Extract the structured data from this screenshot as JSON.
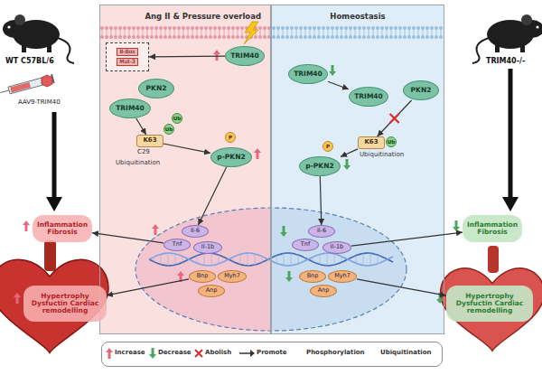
{
  "diagram": {
    "nodes": [
      {
        "text": [
          "Ang II & Pressure overload"
        ]
      },
      {
        "text": [
          "Homeostasis"
        ]
      },
      {
        "text": [
          "TRIM40"
        ],
        "in": 0
      },
      {
        "text": [
          "B-Box",
          "Mut-3"
        ],
        "in": 0
      },
      {
        "text": [
          "PKN2"
        ],
        "in": 0
      },
      {
        "text": [
          "TRIM40"
        ],
        "in": 0
      },
      {
        "text": [
          "K63"
        ],
        "in": 0
      },
      {
        "text": [
          "p-PKN2"
        ],
        "in": 0
      },
      {
        "text": [
          "Il-6"
        ],
        "in": 0
      },
      {
        "text": [
          "Tnf"
        ],
        "in": 0
      },
      {
        "text": [
          "Il-1b"
        ],
        "in": 0
      },
      {
        "text": [
          "Bnp"
        ],
        "in": 0
      },
      {
        "text": [
          "Myh7"
        ],
        "in": 0
      },
      {
        "text": [
          "Anp"
        ],
        "in": 0
      },
      {
        "text": [
          "TRIM40"
        ],
        "in": 1
      },
      {
        "text": [
          "TRIM40"
        ],
        "in": 1
      },
      {
        "text": [
          "PKN2"
        ],
        "in": 1
      },
      {
        "text": [
          "K63"
        ],
        "in": 1
      },
      {
        "text": [
          "p-PKN2"
        ],
        "in": 1
      },
      {
        "text": [
          "Il-6"
        ],
        "in": 1
      },
      {
        "text": [
          "Tnf"
        ],
        "in": 1
      },
      {
        "text": [
          "Il-1b"
        ],
        "in": 1
      },
      {
        "text": [
          "Bnp"
        ],
        "in": 1
      },
      {
        "text": [
          "Myh7"
        ],
        "in": 1
      },
      {
        "text": [
          "Anp"
        ],
        "in": 1
      },
      {
        "text": [
          "Inflammation Fibrosis"
        ]
      },
      {
        "text": [
          "Hypertrophy Dysfuctin Cardiac remodelling"
        ]
      },
      {
        "text": [
          "Inflammation Fibrosis"
        ]
      },
      {
        "text": [
          "Hypertrophy Dysfuctin Cardiac remodelling"
        ]
      }
    ],
    "edges": [
      {
        "from": 2,
        "to": 3,
        "arrow": "to"
      },
      {
        "from": 5,
        "to": 6,
        "arrow": "to"
      },
      {
        "from": 6,
        "to": 7,
        "arrow": "to"
      },
      {
        "from": 7,
        "to": 8,
        "arrow": "to"
      },
      {
        "from": 9,
        "to": 25,
        "arrow": "to"
      },
      {
        "from": 11,
        "to": 26,
        "arrow": "to"
      },
      {
        "from": 14,
        "to": 15,
        "arrow": "to"
      },
      {
        "from": 16,
        "to": 17,
        "arrow": "to"
      },
      {
        "from": 17,
        "to": 18,
        "arrow": "to"
      },
      {
        "from": 18,
        "to": 19,
        "arrow": "to"
      },
      {
        "from": 21,
        "to": 27,
        "arrow": "to"
      },
      {
        "from": 23,
        "to": 28,
        "arrow": "to"
      }
    ],
    "labels": [
      "WT C57BL/6",
      "AAV9-TRIM40",
      "TRIM40-/-",
      "Ub",
      "Ub",
      "C29",
      "Ubiquitination",
      "P",
      "Ub",
      "Ubiquitination",
      "P",
      "P",
      "Ub"
    ],
    "legend": [
      {
        "text": "Increase"
      },
      {
        "text": "Decrease"
      },
      {
        "text": "Abolish"
      },
      {
        "text": "Promote"
      },
      {
        "text": "Phosphorylation"
      },
      {
        "text": "Ubiquitination"
      }
    ]
  }
}
